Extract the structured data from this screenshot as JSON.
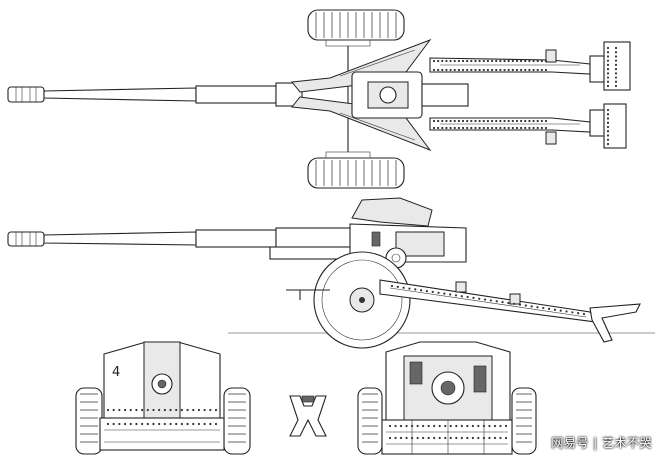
{
  "drawing": {
    "views": [
      "top-view",
      "side-view",
      "front-view",
      "rear-view",
      "trail-spade-detail"
    ],
    "front_view_number": "4"
  },
  "watermark": {
    "text": "网易号 | 艺术不哭"
  }
}
